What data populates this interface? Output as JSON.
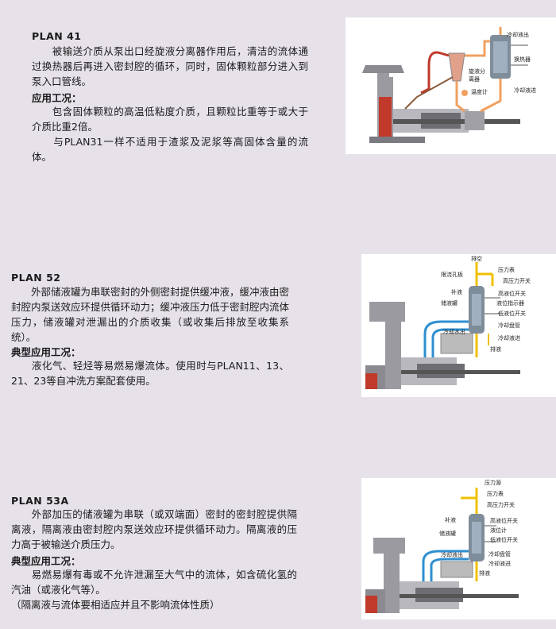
{
  "plan41": {
    "title": "PLAN 41",
    "desc": "　　被输送介质从泵出口经旋液分离器作用后，清洁的流体通过换热器后再进入密封腔的循环，同时，固体颗粒部分进入到泵入口管线。",
    "app_label": "应用工况：",
    "app_p1": "　　包含固体颗粒的高温低粘度介质，且颗粒比重等于或大于介质比重2倍。",
    "app_p2": "　　与PLAN31一样不适用于渣浆及泥浆等高固体含量的流体。",
    "diagram_labels": {
      "cool_out": "冷却液出",
      "heat_exchanger": "换热器",
      "cyclone_1": "旋液分",
      "cyclone_2": "离器",
      "thermometer": "温度计",
      "cool_in": "冷却液进"
    }
  },
  "plan52": {
    "title": "PLAN 52",
    "desc": "　　外部储液罐为串联密封的外侧密封提供缓冲液，缓冲液由密封腔内泵送效应环提供循环动力；缓冲液压力低于密封腔内流体压力，储液罐对泄漏出的介质收集（或收集后排放至收集系统）。",
    "app_label": "典型应用工况：",
    "app_p1": "　　液化气、轻烃等易燃易爆流体。使用时与PLAN11、13、21、23等自冲洗方案配套使用。",
    "diagram_labels": {
      "vent": "排空",
      "orifice": "限流孔板",
      "pressure_gauge": "压力表",
      "high_pressure_switch": "高压力开关",
      "fill": "补液",
      "high_level_switch": "高液位开关",
      "tank": "储液罐",
      "level_indicator": "液位指示器",
      "low_level_switch": "低液位开关",
      "cool_out": "冷却水出",
      "coil": "冷却盘管",
      "cool_in": "冷却液进",
      "drain": "排液"
    }
  },
  "plan53a": {
    "title": "PLAN 53A",
    "desc": "　　外部加压的储液罐为串联（或双端面）密封的密封腔提供隔离液，隔离液由密封腔内泵送效应环提供循环动力。隔离液的压力高于被输送介质压力。",
    "app_label": "典型应用工况：",
    "app_p1": "　　易燃易爆有毒或不允许泄漏至大气中的流体，如含硫化氢的汽油（或液化气等）。",
    "app_p2": "（隔离液与流体要相适应并且不影响流体性质）",
    "diagram_labels": {
      "pressure_source": "压力源",
      "pressure_gauge": "压力表",
      "high_pressure_switch": "高压力开关",
      "fill": "补液",
      "high_level_switch": "高液位开关",
      "tank": "储液罐",
      "level_gauge": "液位计",
      "low_level_switch": "低液位开关",
      "cool_out": "冷却液出",
      "coil": "冷却盘管",
      "cool_in": "冷却液进",
      "drain": "排液"
    }
  }
}
